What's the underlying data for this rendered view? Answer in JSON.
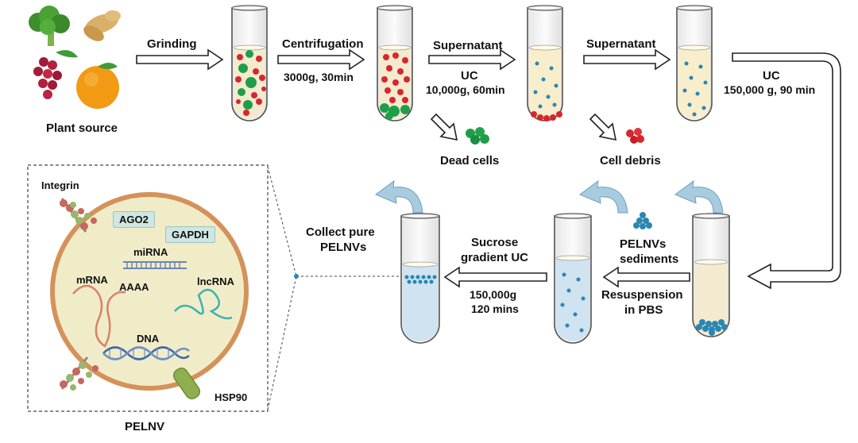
{
  "labels": {
    "plant_source": "Plant source",
    "grinding": "Grinding",
    "centrifugation": "Centrifugation",
    "centrifugation_cond": "3000g, 30min",
    "supernatant_1": "Supernatant",
    "uc_1": "UC",
    "uc_1_cond": "10,000g, 60min",
    "supernatant_2": "Supernatant",
    "uc_2": "UC",
    "uc_2_cond": "150,000 g, 90 min",
    "dead_cells": "Dead cells",
    "cell_debris": "Cell debris",
    "pelnvs_sediments_1": "PELNVs",
    "pelnvs_sediments_2": "sediments",
    "resuspension_1": "Resuspension",
    "resuspension_2": "in PBS",
    "sucrose_1": "Sucrose",
    "sucrose_2": "gradient UC",
    "sucrose_cond_1": "150,000g",
    "sucrose_cond_2": "120 mins",
    "collect_1": "Collect pure",
    "collect_2": "PELNVs",
    "pelnv": "PELNV"
  },
  "vesicle_labels": {
    "integrin": "Integrin",
    "ago2": "AGO2",
    "gapdh": "GAPDH",
    "mirna": "miRNA",
    "mrna": "mRNA",
    "aaaa": "AAAA",
    "lncrna": "lncRNA",
    "dna": "DNA",
    "hsp90": "HSP90"
  },
  "colors": {
    "arrow_stroke": "#222222",
    "tube_glass": "#f3f3f3",
    "liquid_plant": "#f3ead0",
    "liquid_supernatant": "#f8eecb",
    "liquid_pbs": "#cfe3f1",
    "red_particle": "#d8262c",
    "green_particle": "#1f9e4a",
    "blue_particle": "#2a86b3",
    "vesicle_fill": "#f1ecc8",
    "vesicle_border": "#d4925a",
    "curved_arrow": "#a9cbe0"
  }
}
